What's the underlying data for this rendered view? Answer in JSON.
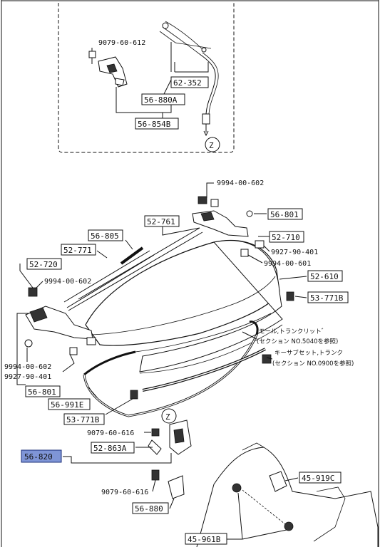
{
  "labels": {
    "p_9079_60_612": "9079-60-612",
    "p_62_352": "62-352",
    "p_56_880A": "56-880A",
    "p_56_854B": "56-854B",
    "p_9994_00_602_top": "9994-00-602",
    "p_56_801_top": "56-801",
    "p_52_761": "52-761",
    "p_52_710": "52-710",
    "p_56_805": "56-805",
    "p_9927_90_401_r": "9927-90-401",
    "p_52_771": "52-771",
    "p_9994_00_601": "9994-00-601",
    "p_52_720": "52-720",
    "p_52_610": "52-610",
    "p_9994_00_602_l": "9994-00-602",
    "p_53_771B_r": "53-771B",
    "p_9994_00_602_bl": "9994-00-602",
    "p_9927_90_401_l": "9927-90-401",
    "p_56_801_bl": "56-801",
    "p_56_991E": "56-991E",
    "p_53_771B_b": "53-771B",
    "p_9079_60_616_a": "9079-60-616",
    "p_56_820": "56-820",
    "p_52_863A": "52-863A",
    "p_45_919C": "45-919C",
    "p_9079_60_616_b": "9079-60-616",
    "p_56_880": "56-880",
    "p_45_961B": "45-961B",
    "z_top": "Z",
    "z_mid": "Z"
  },
  "notes": {
    "mall_line1": "モール,トランクリット゛",
    "mall_line2": "(セクション NO.5040を参照)",
    "key_line1": "キーサブセット,トランク",
    "key_line2": "(セクション NO.0900を参照)"
  },
  "colors": {
    "highlight": "#7f95d6",
    "ink": "#111111"
  }
}
